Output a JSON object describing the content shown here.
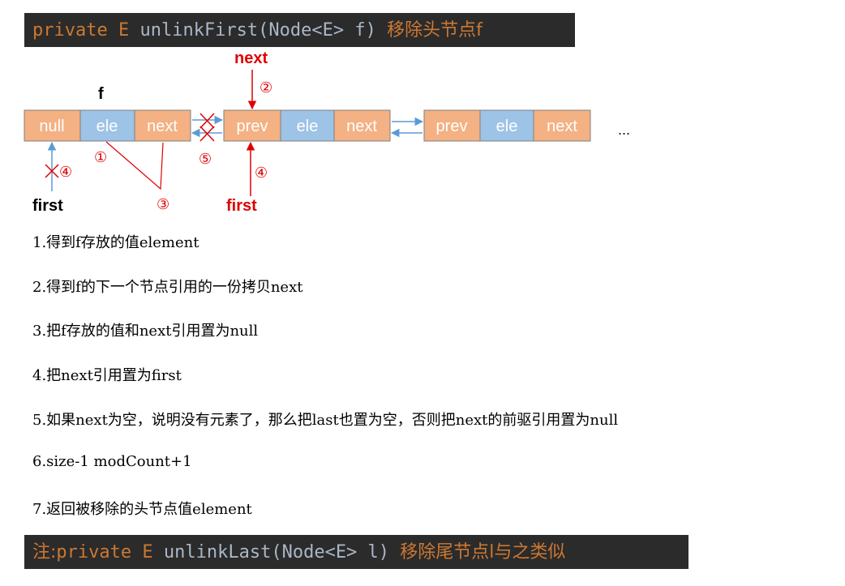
{
  "header": {
    "keyword_private": "private",
    "keyword_type": "E",
    "signature": "unlinkFirst(Node<E> f)",
    "description": "移除头节点f"
  },
  "diagram": {
    "label_f": "f",
    "label_next_top": "next",
    "label_first_old": "first",
    "label_first_new": "first",
    "ellipsis": "...",
    "node1": [
      "null",
      "ele",
      "next"
    ],
    "node2": [
      "prev",
      "ele",
      "next"
    ],
    "node3": [
      "prev",
      "ele",
      "next"
    ],
    "markers": {
      "m1": "①",
      "m2": "②",
      "m3": "③",
      "m4_old": "④",
      "m4_new": "④",
      "m5": "⑤"
    },
    "colors": {
      "pointer_cell": "#f4b183",
      "value_cell": "#9dc3e6",
      "cell_border": "#7f7f7f",
      "blue_arrow": "#5b9bd5",
      "red": "#e00000"
    }
  },
  "steps": [
    "1.得到f存放的值element",
    "2.得到f的下一个节点引用的一份拷贝next",
    "3.把f存放的值和next引用置为null",
    "4.把next引用置为first",
    "5.如果next为空，说明没有元素了，那么把last也置为空，否则把next的前驱引用置为null",
    "6.size-1 modCount+1",
    "7.返回被移除的头节点值element"
  ],
  "footer": {
    "note_prefix": "注:",
    "keyword_private": "private",
    "keyword_type": "E",
    "signature": "unlinkLast(Node<E> l)",
    "description": "移除尾节点l与之类似"
  }
}
